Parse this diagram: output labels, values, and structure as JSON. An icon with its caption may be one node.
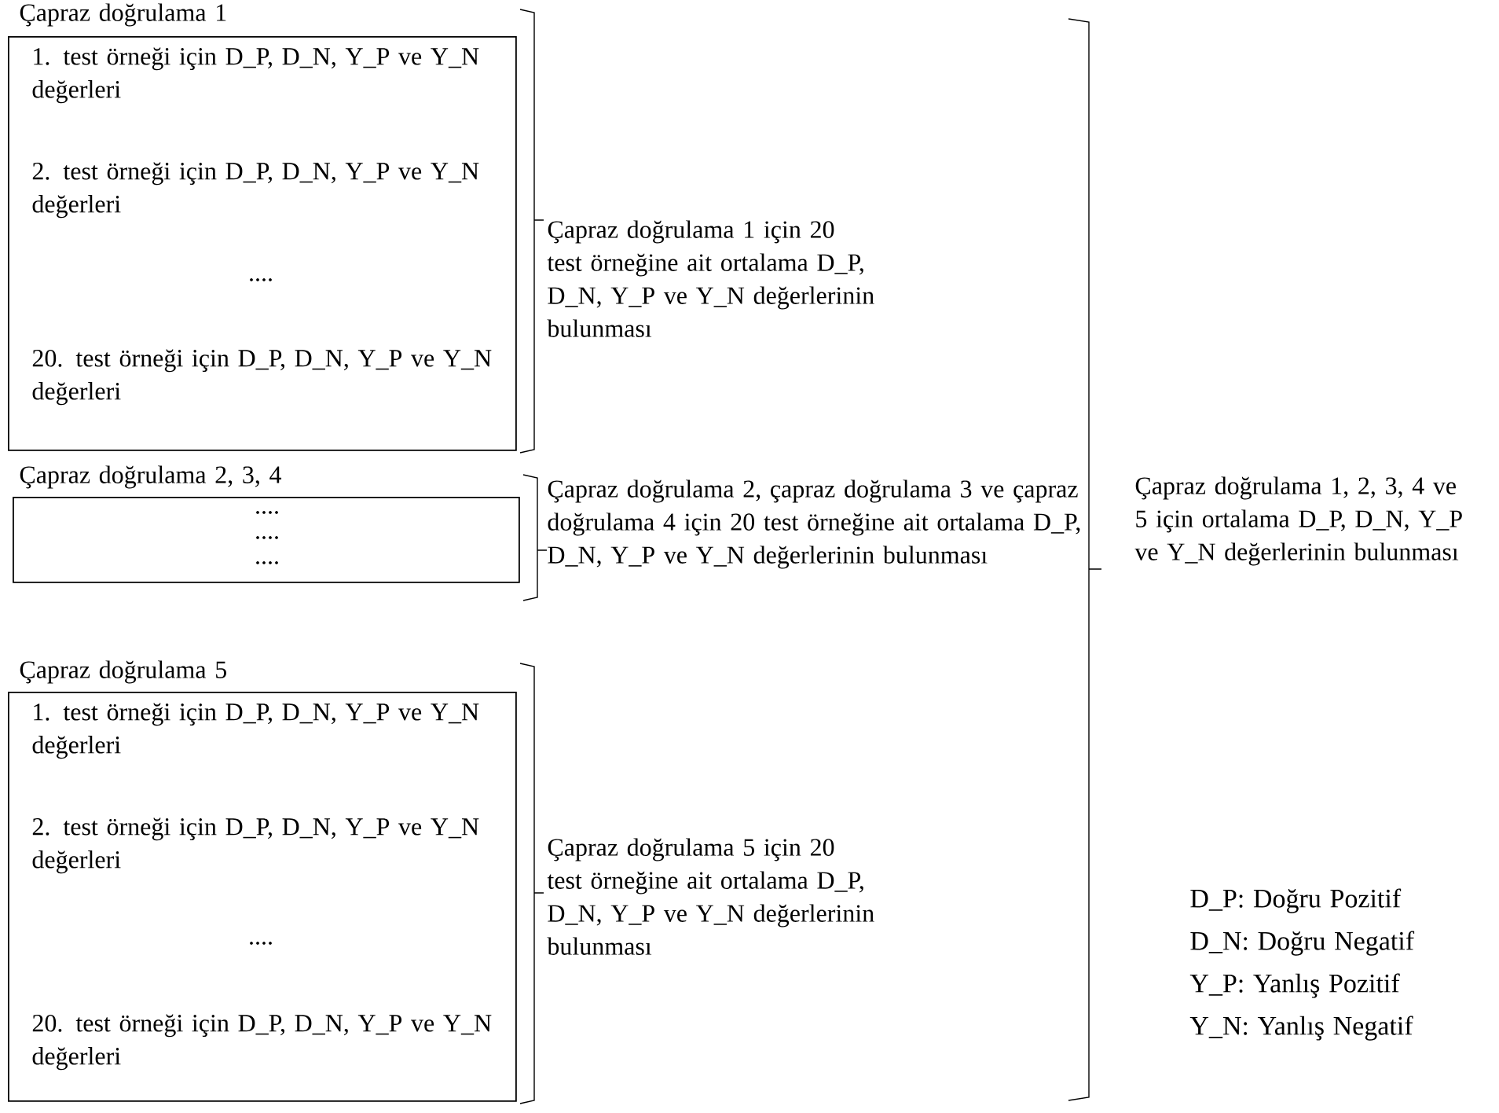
{
  "diagram": {
    "nodes": [
      {
        "text": [
          "Çapraz doğrulama 1",
          "1. test örneği için D_P, D_N, Y_P ve Y_N değerleri",
          "2. test örneği için D_P, D_N, Y_P ve Y_N değerleri",
          "....",
          "20. test örneği için D_P, D_N, Y_P ve Y_N değerleri"
        ]
      },
      {
        "text": [
          "Çapraz doğrulama 2, 3, 4",
          "....",
          "....",
          "...."
        ]
      },
      {
        "text": [
          "Çapraz doğrulama 5",
          "1. test örneği için D_P, D_N, Y_P ve Y_N değerleri",
          "2. test örneği için D_P, D_N, Y_P ve Y_N değerleri",
          "....",
          "20. test örneği için D_P, D_N, Y_P ve Y_N değerleri"
        ]
      }
    ],
    "labels": [
      "Çapraz doğrulama 1 için 20 test örneğine ait ortalama D_P, D_N, Y_P ve Y_N değerlerinin bulunması",
      "Çapraz doğrulama 2, çapraz doğrulama 3 ve çapraz doğrulama 4 için 20 test örneğine ait ortalama D_P, D_N, Y_P ve Y_N değerlerinin bulunması",
      "Çapraz doğrulama 5 için 20 test örneğine ait ortalama D_P, D_N, Y_P ve Y_N değerlerinin bulunması",
      "Çapraz doğrulama 1, 2, 3, 4 ve 5 için ortalama D_P, D_N, Y_P ve Y_N değerlerinin bulunması",
      "D_P: Doğru Pozitif",
      "D_N: Doğru Negatif",
      "Y_P: Yanlış Pozitif",
      "Y_N: Yanlış Negatif"
    ]
  }
}
